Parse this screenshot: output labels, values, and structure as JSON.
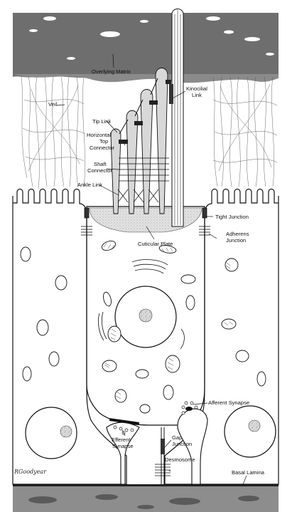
{
  "labels": {
    "overlying_matrix": "Overlying Matrix",
    "kinocilial_link": [
      "Kinocilial",
      "Link"
    ],
    "veil": "Veil",
    "tip_link": "Tip Link",
    "horizontal_top_connector": [
      "Horizontal",
      "Top",
      "Connector"
    ],
    "shaft_connector": [
      "Shaft",
      "Connector"
    ],
    "ankle_link": "Ankle Link",
    "tight_junction": "Tight Junction",
    "adherens_junction": [
      "Adherens",
      "Junction"
    ],
    "cuticular_plate": "Cuticular Plate",
    "afferent_synapse": "Afferent Synapse",
    "efferent_synapse": [
      "Efferent",
      "Synapse"
    ],
    "gap_junction": [
      "Gap",
      "Junction"
    ],
    "desmosome": "Desmosome",
    "basal_lamina": "Basal Lamina"
  },
  "signature": "RGoodyear",
  "colors": {
    "matrix": "#6f6f6f",
    "basal": "#8a8a8a",
    "stereocilia": "#d8d8d8",
    "outline": "#111111"
  }
}
